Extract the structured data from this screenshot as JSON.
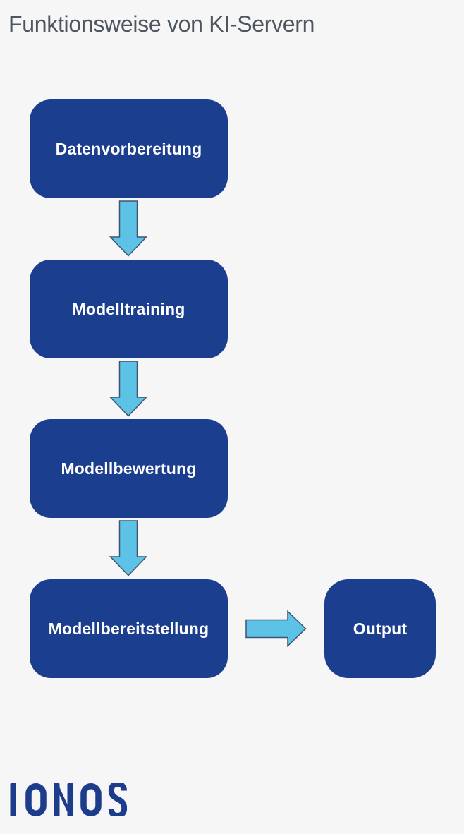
{
  "title": {
    "text": "Funktionsweise von KI-Servern"
  },
  "flow": {
    "steps": [
      {
        "label": "Datenvorbereitung"
      },
      {
        "label": "Modelltraining"
      },
      {
        "label": "Modellbewertung"
      },
      {
        "label": "Modellbereitstellung"
      }
    ],
    "output": {
      "label": "Output"
    }
  },
  "logo": {
    "text": "IONOS"
  },
  "colors": {
    "background": "#f6f6f7",
    "box_fill": "#1c3e8f",
    "box_text": "#ffffff",
    "arrow_fill": "#5cc3e6",
    "arrow_outline": "#3f5471",
    "title_text": "#4d565e",
    "logo_blue": "#1e3c8c"
  }
}
